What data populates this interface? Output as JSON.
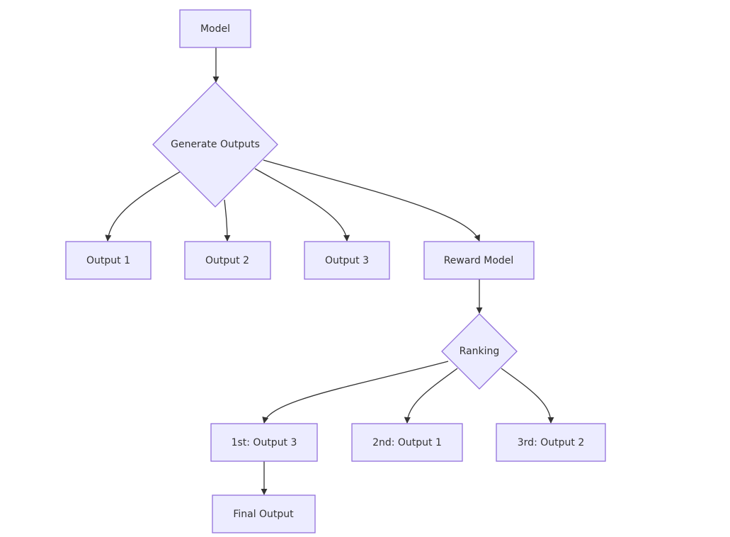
{
  "theme": {
    "node_fill": "#ECECFF",
    "node_stroke": "#9370DB",
    "edge_color": "#333333",
    "text_color": "#333333",
    "background": "#FFFFFF"
  },
  "nodes": {
    "model": {
      "label": "Model",
      "shape": "rectangle"
    },
    "generate": {
      "label": "Generate Outputs",
      "shape": "diamond"
    },
    "output1": {
      "label": "Output 1",
      "shape": "rectangle"
    },
    "output2": {
      "label": "Output 2",
      "shape": "rectangle"
    },
    "output3": {
      "label": "Output 3",
      "shape": "rectangle"
    },
    "reward": {
      "label": "Reward Model",
      "shape": "rectangle"
    },
    "ranking": {
      "label": "Ranking",
      "shape": "diamond"
    },
    "first": {
      "label": "1st: Output 3",
      "shape": "rectangle"
    },
    "second": {
      "label": "2nd: Output 1",
      "shape": "rectangle"
    },
    "third": {
      "label": "3rd: Output 2",
      "shape": "rectangle"
    },
    "final": {
      "label": "Final Output",
      "shape": "rectangle"
    }
  },
  "edges": [
    {
      "from": "model",
      "to": "generate"
    },
    {
      "from": "generate",
      "to": "output1"
    },
    {
      "from": "generate",
      "to": "output2"
    },
    {
      "from": "generate",
      "to": "output3"
    },
    {
      "from": "generate",
      "to": "reward"
    },
    {
      "from": "reward",
      "to": "ranking"
    },
    {
      "from": "ranking",
      "to": "first"
    },
    {
      "from": "ranking",
      "to": "second"
    },
    {
      "from": "ranking",
      "to": "third"
    },
    {
      "from": "first",
      "to": "final"
    }
  ]
}
